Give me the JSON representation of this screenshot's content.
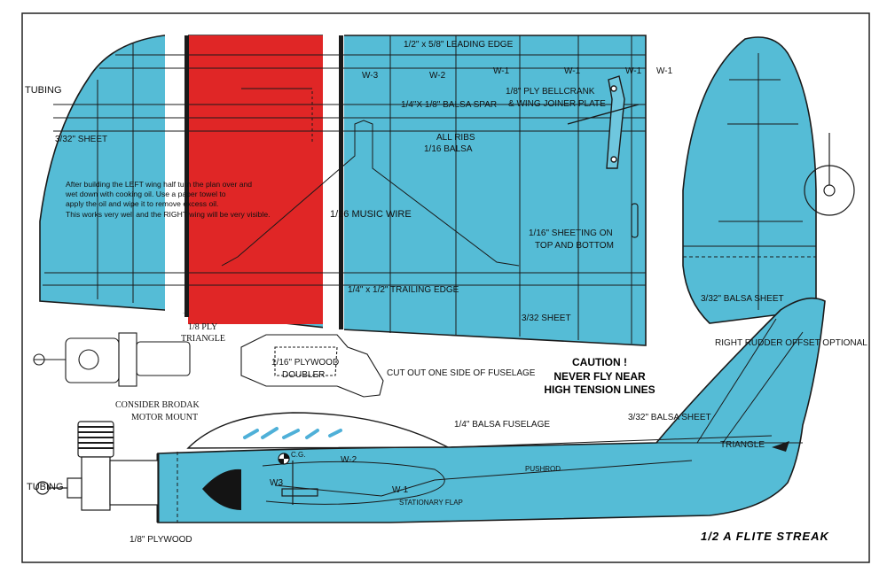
{
  "colors": {
    "blue": "#55bcd6",
    "red": "#e02626",
    "ink": "#1a1a1a"
  },
  "labels": {
    "tubing_top": "TUBING",
    "sheet_3_32": "3/32\" SHEET",
    "leading_edge": "1/2\" x 5/8\" LEADING EDGE",
    "rib_w3": "W-3",
    "rib_w2": "W-2",
    "rib_w1a": "W-1",
    "rib_w1b": "W-1",
    "rib_w1c": "W-1",
    "rib_w1d": "W-1",
    "balsa_spar": "1/4\"X 1/8\" BALSA SPAR",
    "bellcrank_1": "1/8\" PLY BELLCRANK",
    "bellcrank_2": "& WING JOINER PLATE",
    "all_ribs": "ALL RIBS",
    "ribs_balsa": "1/16  BALSA",
    "music_wire": "1/16 MUSIC WIRE",
    "sheeting_1": "1/16\" SHEETING ON",
    "sheeting_2": "TOP AND BOTTOM",
    "trailing_edge": "1/4\" x 1/2\" TRAILING EDGE",
    "sheet_3_32_bottom": "3/32 SHEET",
    "balsa_sheet_tail": "3/32\" BALSA SHEET",
    "rudder_offset": "RIGHT RUDDER OFFSET OPTIONAL",
    "ply_triangle_1": "1/8 PLY",
    "ply_triangle_2": "TRIANGLE",
    "doubler_1": "1/16\" PLYWOOD",
    "doubler_2": "DOUBLER",
    "cut_out": "CUT OUT ONE SIDE OF FUSELAGE",
    "brodak_1": "CONSIDER BRODAK",
    "brodak_2": "MOTOR MOUNT",
    "tubing_left": "TUBING",
    "balsa_fuselage": "1/4\" BALSA FUSELAGE",
    "balsa_sheet_fuse": "3/32\" BALSA SHEET",
    "triangle": "TRIANGLE",
    "cg": "C.G.",
    "fw2": "W-2",
    "fw3": "W3",
    "fw1": "W-1",
    "pushrod": "PUSHROD",
    "flap": "STATIONARY FLAP",
    "plywood": "1/8\" PLYWOOD"
  },
  "note_lines": [
    "After building the LEFT wing half turn the plan over and",
    "wet down with cooking oil. Use a paper towel to",
    "apply the oil and wipe it to remove excess oil.",
    "This works very well and the RIGHT wing will be very visible."
  ],
  "caution": {
    "line1": "CAUTION !",
    "line2": "NEVER FLY NEAR",
    "line3": "HIGH TENSION LINES"
  },
  "title": "1/2 A FLITE STREAK"
}
